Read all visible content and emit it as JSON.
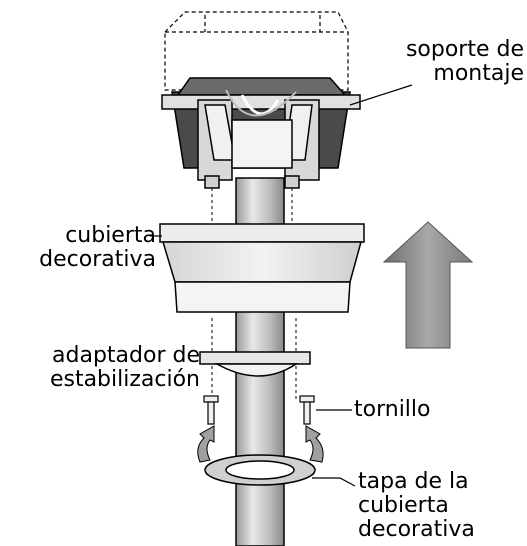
{
  "labels": {
    "mounting_bracket": [
      "soporte de",
      "montaje"
    ],
    "canopy": [
      "cubierta",
      "decorativa"
    ],
    "stabilizing_adapter": [
      "adaptador de",
      "estabilización"
    ],
    "screw": [
      "tornillo"
    ],
    "canopy_cap": [
      "tapa de la",
      "cubierta",
      "decorativa"
    ]
  },
  "colors": {
    "line": "#000000",
    "fill_light": "#e6e6e6",
    "fill_mid": "#c8c8c8",
    "fill_dark": "#4a4a4a",
    "arrow": "#888888"
  },
  "icons": {
    "direction_arrow": "up-arrow-icon",
    "screw_arrows": "curved-arrow-icon"
  }
}
